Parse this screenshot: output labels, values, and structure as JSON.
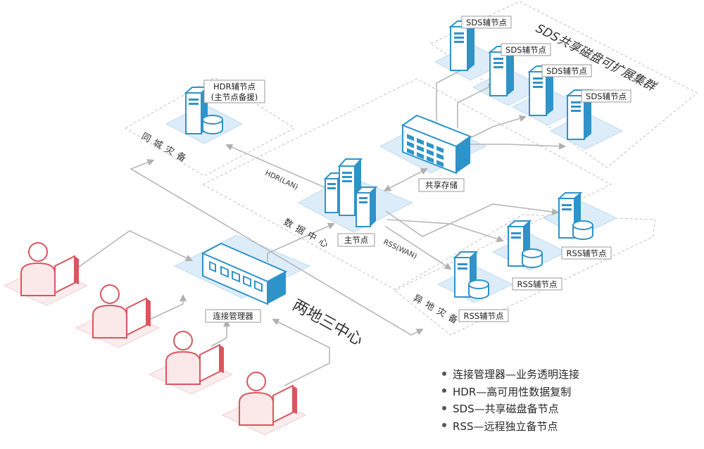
{
  "zones": {
    "sds_cluster": "SDS共享磁盘可扩展集群",
    "same_city": "同城灾备",
    "data_center": "数据中心",
    "remote": "异地灾备",
    "two_site": "两地三中心"
  },
  "nodes": {
    "sds1": "SDS辅节点",
    "sds2": "SDS辅节点",
    "sds3": "SDS辅节点",
    "sds4": "SDS辅节点",
    "hdr_line1": "HDR辅节点",
    "hdr_line2": "(主节点备援)",
    "shared_storage": "共享存储",
    "main_node": "主节点",
    "connection_manager": "连接管理器",
    "rss1": "RSS辅节点",
    "rss2": "RSS辅节点",
    "rss3": "RSS辅节点"
  },
  "links": {
    "hdr_lan": "HDR(LAN)",
    "rss_wan": "RSS(WAN)"
  },
  "legend": [
    "连接管理器—业务透明连接",
    "HDR—高可用性数据复制",
    "SDS—共享磁盘备节点",
    "RSS—远程独立备节点"
  ],
  "colors": {
    "server_blue": "#2e93c9",
    "platform_blue": "#dcecf8",
    "user_red": "#d9565f",
    "user_fill": "#fbe8e9",
    "arrow_gray": "#b7b7b7"
  }
}
